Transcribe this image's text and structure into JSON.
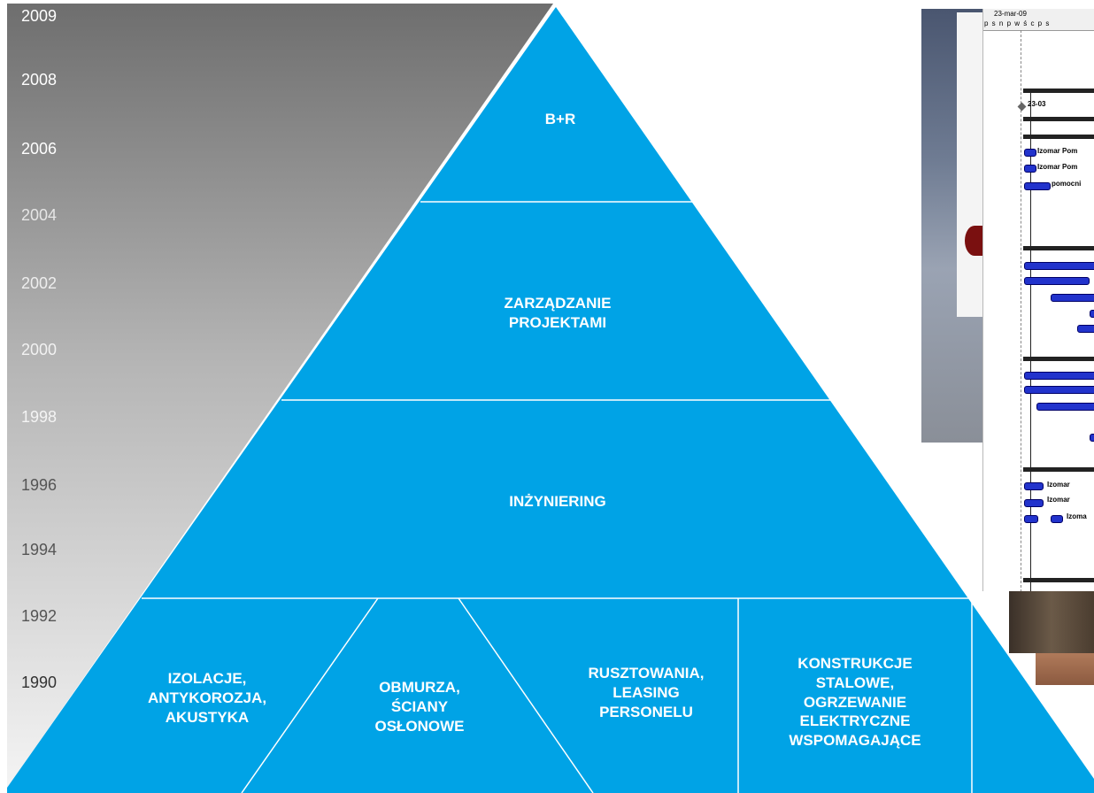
{
  "timeline": {
    "years": [
      {
        "label": "2009",
        "color": "#ffffff"
      },
      {
        "label": "2008",
        "color": "#ffffff"
      },
      {
        "label": "2006",
        "color": "#ffffff"
      },
      {
        "label": "2004",
        "color": "#e6e6e6"
      },
      {
        "label": "2002",
        "color": "#eeeeee"
      },
      {
        "label": "2000",
        "color": "#f2f2f2"
      },
      {
        "label": "1998",
        "color": "#f4f4f4"
      },
      {
        "label": "1996",
        "color": "#555555"
      },
      {
        "label": "1994",
        "color": "#555555"
      },
      {
        "label": "1992",
        "color": "#555555"
      },
      {
        "label": "1990",
        "color": "#333333"
      }
    ]
  },
  "pyramid": {
    "fill": "#00a3e6",
    "tiers": {
      "top": "B+R",
      "second": "ZARZĄDZANIE\nPROJEKTAMI",
      "third": "INŻYNIERING",
      "base": [
        "IZOLACJE,\nANTYKOROZJA,\nAKUSTYKA",
        "OBMURZA,\nŚCIANY\nOSŁONOWE",
        "RUSZTOWANIA,\nLEASING\nPERSONELU",
        "KONSTRUKCJE\nSTALOWE,\nOGRZEWANIE\nELEKTRYCZNE\nWSPOMAGAJĄCE"
      ]
    }
  },
  "gantt": {
    "date_header": "23-mar-09",
    "day_letters": "p s n p w ś c p s",
    "milestone_label": "23-03",
    "row_labels": [
      "Izomar Pom",
      "Izomar Pom",
      "pomocni",
      "Izomar",
      "Izomar",
      "Izoma"
    ]
  }
}
